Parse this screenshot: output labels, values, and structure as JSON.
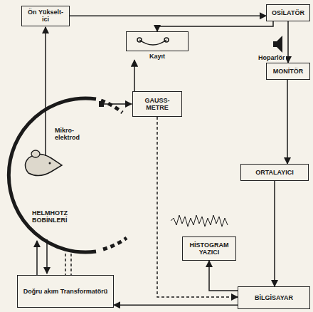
{
  "diagram": {
    "nodes": [
      {
        "text": [
          "Ön Yükselt- ici"
        ]
      },
      {
        "text": [
          "OSİLATÖR"
        ]
      },
      {
        "text": [
          "Kayıt"
        ]
      },
      {
        "text": [
          "MONİTÖR"
        ]
      },
      {
        "text": [
          "GAUSS- METRE"
        ]
      },
      {
        "text": [
          "ORTALAYICI"
        ]
      },
      {
        "text": [
          "HİSTOGRAM YAZICI"
        ]
      },
      {
        "text": [
          "Doğru akım Transformatörü"
        ]
      },
      {
        "text": [
          "BİLGİSAYAR"
        ]
      }
    ],
    "edges": [
      {
        "from": 0,
        "to": 1,
        "arrow": "to"
      },
      {
        "from": 1,
        "to": 2,
        "arrow": "to"
      },
      {
        "from": 4,
        "to": 2,
        "arrow": "to"
      },
      {
        "from": 1,
        "to": 3,
        "arrow": "to"
      },
      {
        "from": 3,
        "to": 5,
        "arrow": "to"
      },
      {
        "from": 5,
        "to": 8,
        "arrow": "to"
      },
      {
        "from": 8,
        "to": 6,
        "arrow": "to"
      },
      {
        "from": 8,
        "to": 7,
        "arrow": "to"
      },
      {
        "from": 4,
        "to": 8,
        "arrow": "to"
      }
    ],
    "labels": [
      "Mikro- elektrod",
      "HELMHOTZ BOBİNLERİ",
      "Hoparlör"
    ]
  }
}
